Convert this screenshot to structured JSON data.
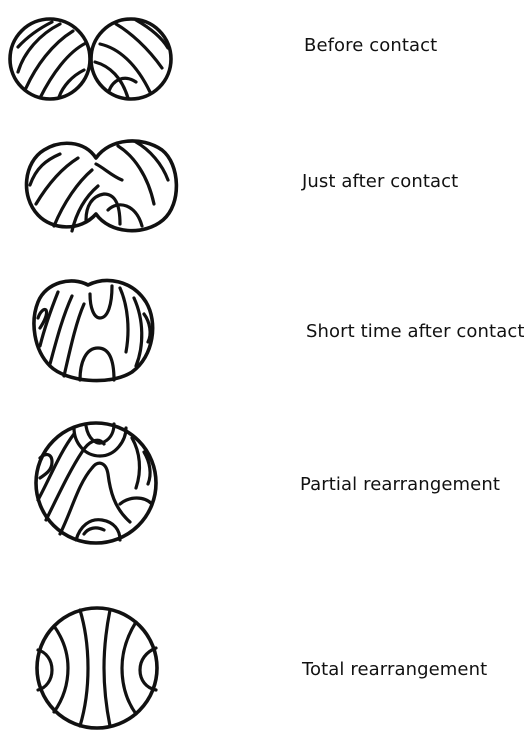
{
  "stages": [
    {
      "label": "Before contact"
    },
    {
      "label": "Just after contact"
    },
    {
      "label": "Short time after contact"
    },
    {
      "label": "Partial rearrangement"
    },
    {
      "label": "Total rearrangement"
    }
  ]
}
